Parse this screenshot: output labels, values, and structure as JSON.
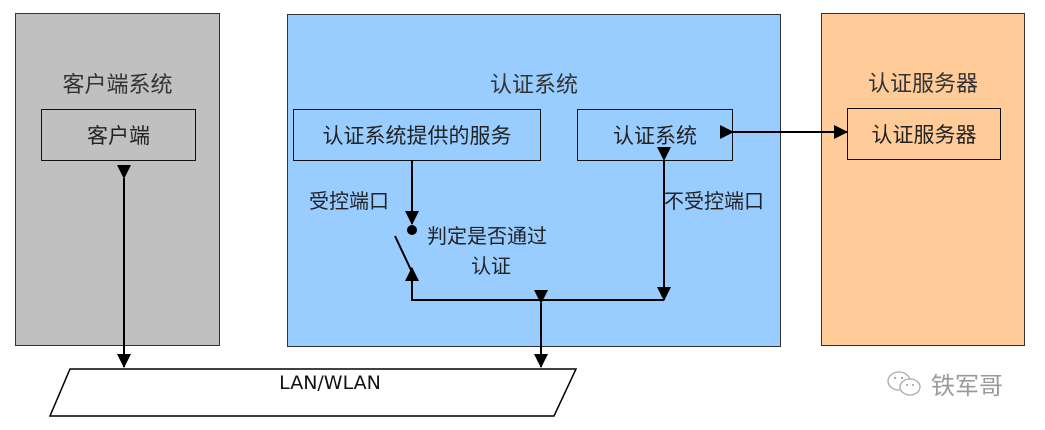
{
  "colors": {
    "client_bg": "#c0c0c0",
    "auth_bg": "#99ccff",
    "server_bg": "#ffcc99",
    "line": "#000000"
  },
  "client_system": {
    "title": "客户端系统",
    "box": "客户端"
  },
  "auth_system": {
    "title": "认证系统",
    "service_box": "认证系统提供的服务",
    "auth_box": "认证系统",
    "controlled_port": "受控端口",
    "uncontrolled_port": "不受控端口",
    "switch_label_line1": "判定是否通过",
    "switch_label_line2": "认证"
  },
  "auth_server": {
    "title": "认证服务器",
    "box": "认证服务器"
  },
  "network": {
    "label": "LAN/WLAN"
  },
  "watermark": {
    "icon": "wechat-icon",
    "text": "铁军哥"
  }
}
